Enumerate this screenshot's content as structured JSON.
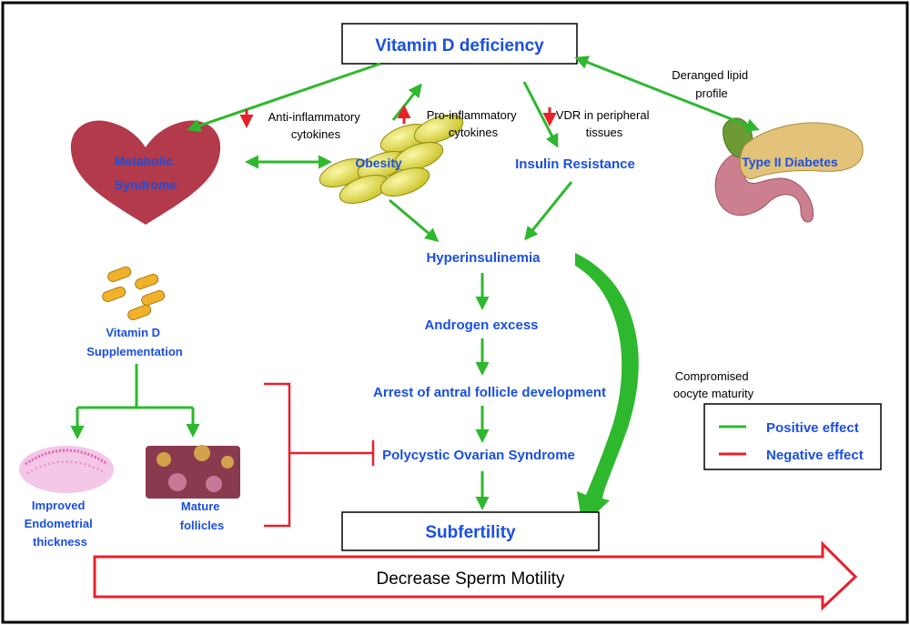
{
  "title": "Vitamin D deficiency",
  "nodes": {
    "metabolic_syndrome": [
      "Metabolic",
      "Syndrome"
    ],
    "obesity": "Obesity",
    "insulin_resistance": "Insulin Resistance",
    "type2_diabetes": "Type II Diabetes",
    "hyperinsulinemia": "Hyperinsulinemia",
    "androgen_excess": "Androgen excess",
    "arrest_antral": "Arrest of antral follicle development",
    "pcos": "Polycystic Ovarian Syndrome",
    "subfertility": "Subfertility",
    "vitd_supplementation": [
      "Vitamin D",
      "Supplementation"
    ],
    "improved_endometrial": [
      "Improved",
      "Endometrial",
      "thickness"
    ],
    "mature_follicles": [
      "Mature",
      "follicles"
    ]
  },
  "annotations": {
    "anti_inflammatory": [
      "Anti-inflammatory",
      "cytokines"
    ],
    "pro_inflammatory": [
      "Pro-inflammatory",
      "cytokines"
    ],
    "vdr": [
      "VDR in peripheral",
      "tissues"
    ],
    "lipid": [
      "Deranged lipid",
      "profile"
    ],
    "oocyte": [
      "Compromised",
      "oocyte maturity"
    ]
  },
  "legend": {
    "positive": "Positive effect",
    "negative": "Negative effect"
  },
  "bottom_arrow": "Decrease Sperm Motility",
  "colors": {
    "green": "#2eb82e",
    "red": "#e8202a",
    "blue_text": "#1a4fe0",
    "heart": "#b23a4a",
    "capsule": "#e6e15a",
    "pancreas": "#c98a96"
  }
}
